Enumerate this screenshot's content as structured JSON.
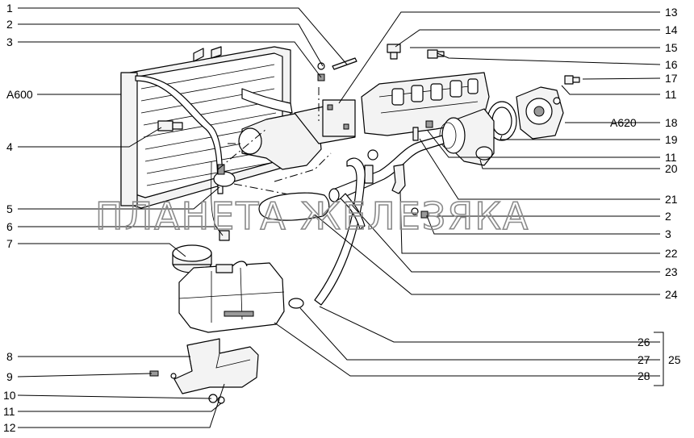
{
  "watermark": "ПЛАНЕТА ЖЕЛЕЗЯКА",
  "callouts_left": [
    {
      "id": "c1",
      "text": "1"
    },
    {
      "id": "c2",
      "text": "2"
    },
    {
      "id": "c3",
      "text": "3"
    },
    {
      "id": "cA600",
      "text": "A600"
    },
    {
      "id": "c4",
      "text": "4"
    },
    {
      "id": "c5",
      "text": "5"
    },
    {
      "id": "c6",
      "text": "6"
    },
    {
      "id": "c7",
      "text": "7"
    },
    {
      "id": "c8",
      "text": "8"
    },
    {
      "id": "c9",
      "text": "9"
    },
    {
      "id": "c10",
      "text": "10"
    },
    {
      "id": "c11l",
      "text": "11"
    },
    {
      "id": "c12",
      "text": "12"
    }
  ],
  "callouts_right": [
    {
      "id": "c13",
      "text": "13"
    },
    {
      "id": "c14",
      "text": "14"
    },
    {
      "id": "c15",
      "text": "15"
    },
    {
      "id": "c16",
      "text": "16"
    },
    {
      "id": "c17",
      "text": "17"
    },
    {
      "id": "c11a",
      "text": "11"
    },
    {
      "id": "cA620",
      "text": "A620"
    },
    {
      "id": "c18",
      "text": "18"
    },
    {
      "id": "c19",
      "text": "19"
    },
    {
      "id": "c11b",
      "text": "11"
    },
    {
      "id": "c20",
      "text": "20"
    },
    {
      "id": "c21",
      "text": "21"
    },
    {
      "id": "c2r",
      "text": "2"
    },
    {
      "id": "c3r",
      "text": "3"
    },
    {
      "id": "c22",
      "text": "22"
    },
    {
      "id": "c23",
      "text": "23"
    },
    {
      "id": "c24",
      "text": "24"
    },
    {
      "id": "c26",
      "text": "26"
    },
    {
      "id": "c27",
      "text": "27"
    },
    {
      "id": "c28",
      "text": "28"
    },
    {
      "id": "c25",
      "text": "25"
    }
  ]
}
